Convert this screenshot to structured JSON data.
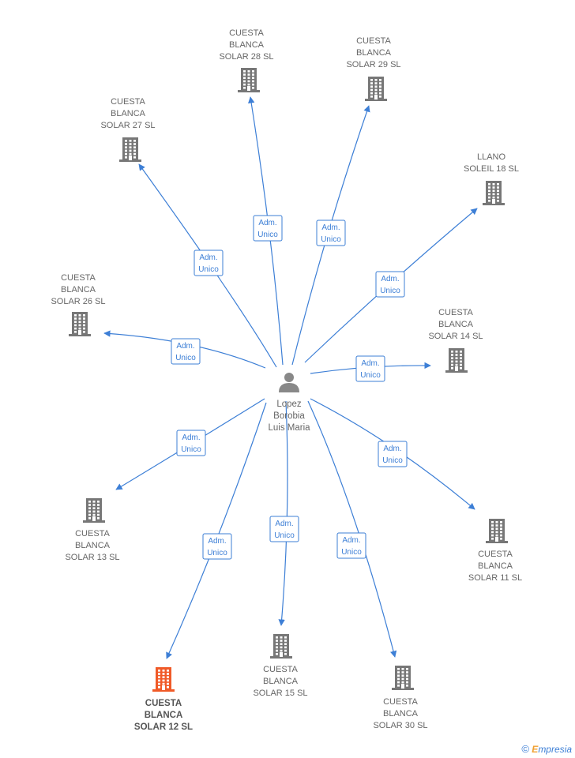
{
  "colors": {
    "edge": "#3d7fd6",
    "company": "#777777",
    "highlight": "#f05a28",
    "person": "#888888",
    "text": "#666666"
  },
  "person": {
    "name_lines": [
      "Lopez",
      "Borobia",
      "Luis Maria"
    ],
    "icon": "person-icon"
  },
  "companies": [
    {
      "id": "solar-28",
      "lines": [
        "CUESTA",
        "BLANCA",
        "SOLAR 28 SL"
      ],
      "icon": "building-icon",
      "highlight": false
    },
    {
      "id": "solar-29",
      "lines": [
        "CUESTA",
        "BLANCA",
        "SOLAR 29 SL"
      ],
      "icon": "building-icon",
      "highlight": false
    },
    {
      "id": "solar-27",
      "lines": [
        "CUESTA",
        "BLANCA",
        "SOLAR 27 SL"
      ],
      "icon": "building-icon",
      "highlight": false
    },
    {
      "id": "llano-18",
      "lines": [
        "LLANO",
        "SOLEIL 18 SL"
      ],
      "icon": "building-icon",
      "highlight": false
    },
    {
      "id": "solar-26",
      "lines": [
        "CUESTA",
        "BLANCA",
        "SOLAR 26 SL"
      ],
      "icon": "building-icon",
      "highlight": false
    },
    {
      "id": "solar-14",
      "lines": [
        "CUESTA",
        "BLANCA",
        "SOLAR 14 SL"
      ],
      "icon": "building-icon",
      "highlight": false
    },
    {
      "id": "solar-13",
      "lines": [
        "CUESTA",
        "BLANCA",
        "SOLAR 13 SL"
      ],
      "icon": "building-icon",
      "highlight": false
    },
    {
      "id": "solar-11",
      "lines": [
        "CUESTA",
        "BLANCA",
        "SOLAR 11 SL"
      ],
      "icon": "building-icon",
      "highlight": false
    },
    {
      "id": "solar-15",
      "lines": [
        "CUESTA",
        "BLANCA",
        "SOLAR 15 SL"
      ],
      "icon": "building-icon",
      "highlight": false
    },
    {
      "id": "solar-30",
      "lines": [
        "CUESTA",
        "BLANCA",
        "SOLAR 30 SL"
      ],
      "icon": "building-icon",
      "highlight": false
    },
    {
      "id": "solar-12",
      "lines": [
        "CUESTA",
        "BLANCA",
        "SOLAR 12 SL"
      ],
      "icon": "building-icon",
      "highlight": true
    }
  ],
  "edges": [
    {
      "to": "solar-28",
      "label_lines": [
        "Adm.",
        "Unico"
      ]
    },
    {
      "to": "solar-29",
      "label_lines": [
        "Adm.",
        "Unico"
      ]
    },
    {
      "to": "solar-27",
      "label_lines": [
        "Adm.",
        "Unico"
      ]
    },
    {
      "to": "llano-18",
      "label_lines": [
        "Adm.",
        "Unico"
      ]
    },
    {
      "to": "solar-26",
      "label_lines": [
        "Adm.",
        "Unico"
      ]
    },
    {
      "to": "solar-14",
      "label_lines": [
        "Adm.",
        "Unico"
      ]
    },
    {
      "to": "solar-13",
      "label_lines": [
        "Adm.",
        "Unico"
      ]
    },
    {
      "to": "solar-11",
      "label_lines": [
        "Adm.",
        "Unico"
      ]
    },
    {
      "to": "solar-15",
      "label_lines": [
        "Adm.",
        "Unico"
      ]
    },
    {
      "to": "solar-30",
      "label_lines": [
        "Adm.",
        "Unico"
      ]
    },
    {
      "to": "solar-12",
      "label_lines": [
        "Adm.",
        "Unico"
      ]
    }
  ],
  "footer": {
    "copyright_symbol": "©",
    "brand_first": "E",
    "brand_rest": "mpresia"
  }
}
